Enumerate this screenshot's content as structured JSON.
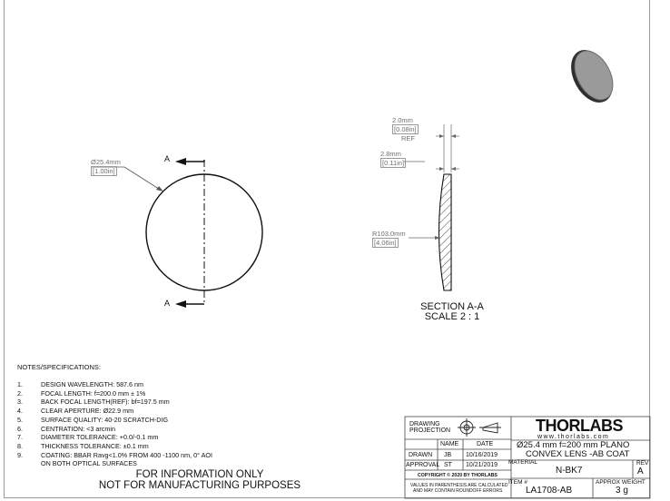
{
  "view_a": {
    "diameter_mm": "Ø25.4mm",
    "diameter_in": "[1.00in]",
    "section_marker_top": "A",
    "section_marker_bottom": "A"
  },
  "section_view": {
    "thickness_mm": "2.0mm",
    "thickness_in": "[0.08in]",
    "thickness_ref": "REF",
    "edge_mm": "2.8mm",
    "edge_in": "[0.11in]",
    "radius_mm": "R103.0mm",
    "radius_in": "[4.06in]",
    "title": "SECTION A-A",
    "scale": "SCALE 2 : 1"
  },
  "notes": {
    "title": "NOTES/SPECIFICATIONS:",
    "items": [
      {
        "num": "1.",
        "text": "DESIGN WAVELENGTH: 587.6 nm"
      },
      {
        "num": "2.",
        "text": "FOCAL LENGTH: f=200.0 mm ± 1%"
      },
      {
        "num": "3.",
        "text": "BACK FOCAL LENGTH(REF): bf=197.5 mm"
      },
      {
        "num": "4.",
        "text": "CLEAR APERTURE: Ø22.9 mm"
      },
      {
        "num": "5.",
        "text": "SURFACE QUALITY: 40-20 SCRATCH-DIG"
      },
      {
        "num": "6.",
        "text": "CENTRATION: <3 arcmin"
      },
      {
        "num": "7.",
        "text": "DIAMETER TOLERANCE: +0.0/-0.1 mm"
      },
      {
        "num": "8.",
        "text": "THICKNESS TOLERANCE: ±0.1 mm"
      },
      {
        "num": "9.",
        "text": "COATING: BBAR Ravg<1.0% FROM 400 -1100 nm, 0° AOI"
      },
      {
        "num": "",
        "text": "ON BOTH OPTICAL SURFACES"
      }
    ]
  },
  "disclaimer": {
    "line1": "FOR INFORMATION ONLY",
    "line2": "NOT FOR MANUFACTURING PURPOSES"
  },
  "title_block": {
    "drawing_projection": "DRAWING PROJECTION",
    "name_header": "NAME",
    "date_header": "DATE",
    "drawn_label": "DRAWN",
    "drawn_name": "JB",
    "drawn_date": "10/16/2019",
    "approval_label": "APPROVAL",
    "approval_name": "ST",
    "approval_date": "10/21/2019",
    "copyright": "COPYRIGHT © 2020 BY THORLABS",
    "values_note_1": "VALUES IN PARENTHESIS ARE CALCULATED",
    "values_note_2": "AND MAY CONTAIN ROUNDOFF ERRORS",
    "brand": "THORLABS",
    "website": "www.thorlabs.com",
    "description_1": "Ø25.4 mm f=200 mm PLANO",
    "description_2": "CONVEX LENS -AB COAT",
    "material_label": "MATERIAL",
    "material": "N-BK7",
    "rev_label": "REV",
    "rev": "A",
    "item_label": "ITEM #",
    "item": "LA1708-AB",
    "weight_label": "APPROX WEIGHT",
    "weight": "3 g"
  }
}
